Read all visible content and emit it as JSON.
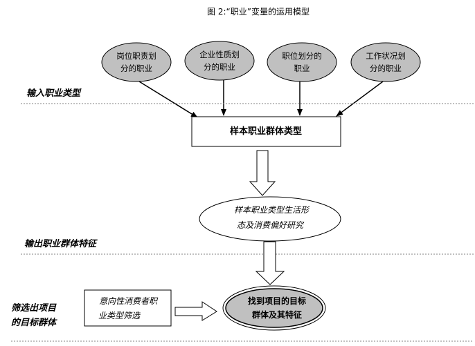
{
  "figure": {
    "title": "图 2:“职业”变量的运用模型"
  },
  "inputs": [
    {
      "line1": "岗位职责划",
      "line2": "分的职业"
    },
    {
      "line1": "企业性质划",
      "line2": "分的职业"
    },
    {
      "line1": "职位划分的",
      "line2": "职业"
    },
    {
      "line1": "工作状况划",
      "line2": "分的职业"
    }
  ],
  "sections": {
    "input": "输入职业类型",
    "output": "输出职业群体特征",
    "filter_line1": "筛选出项目",
    "filter_line2": "的目标群体"
  },
  "sample_box": {
    "label": "样本职业群体类型"
  },
  "research": {
    "line1": "样本职业类型生活形",
    "line2": "态及消费偏好研究"
  },
  "screening": {
    "line1": "意向性消费者职",
    "line2": "业类型筛选"
  },
  "target": {
    "line1": "找到项目的目标",
    "line2": "群体及其特征"
  },
  "colors": {
    "input_fill": "#c0c0c0",
    "target_fill": "#c0c0c0",
    "line": "#000000",
    "divider": "#808080"
  }
}
